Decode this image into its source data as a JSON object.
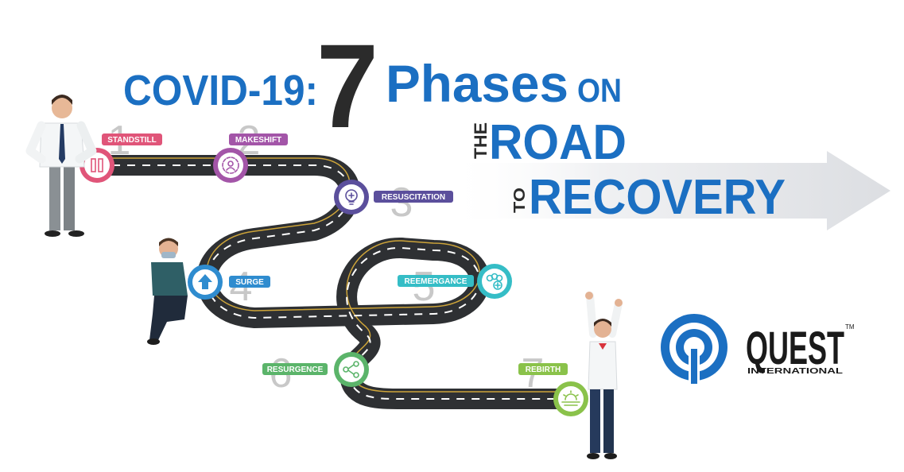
{
  "title": {
    "covid": "COVID-19:",
    "seven": "7",
    "phases": "Phases",
    "on": "ON",
    "the": "THE",
    "road": "ROAD",
    "to": "TO",
    "recovery": "RECOVERY"
  },
  "phases": [
    {
      "number": "1",
      "label": "STANDSTILL",
      "color": "#e05579",
      "icon": "pause-icon"
    },
    {
      "number": "2",
      "label": "MAKESHIFT",
      "color": "#a355a8",
      "icon": "gear-person-icon"
    },
    {
      "number": "3",
      "label": "RESUSCITATION",
      "color": "#5b4f9c",
      "icon": "lightbulb-icon"
    },
    {
      "number": "4",
      "label": "SURGE",
      "color": "#2f8ccf",
      "icon": "up-arrow-icon"
    },
    {
      "number": "5",
      "label": "REEMERGANCE",
      "color": "#35bdc6",
      "icon": "group-icon"
    },
    {
      "number": "6",
      "label": "RESURGENCE",
      "color": "#5bb46a",
      "icon": "share-icon"
    },
    {
      "number": "7",
      "label": "REBIRTH",
      "color": "#8ac24a",
      "icon": "sunrise-icon"
    }
  ],
  "logo": {
    "name": "QUEST",
    "tm": "TM",
    "sub": "INTERNATIONAL",
    "color": "#1b6fc2"
  },
  "colors": {
    "title_blue": "#1b6fc2",
    "title_dark": "#2b2b2b",
    "road": "#2e3033",
    "number_gray": "#c8c8c8"
  }
}
